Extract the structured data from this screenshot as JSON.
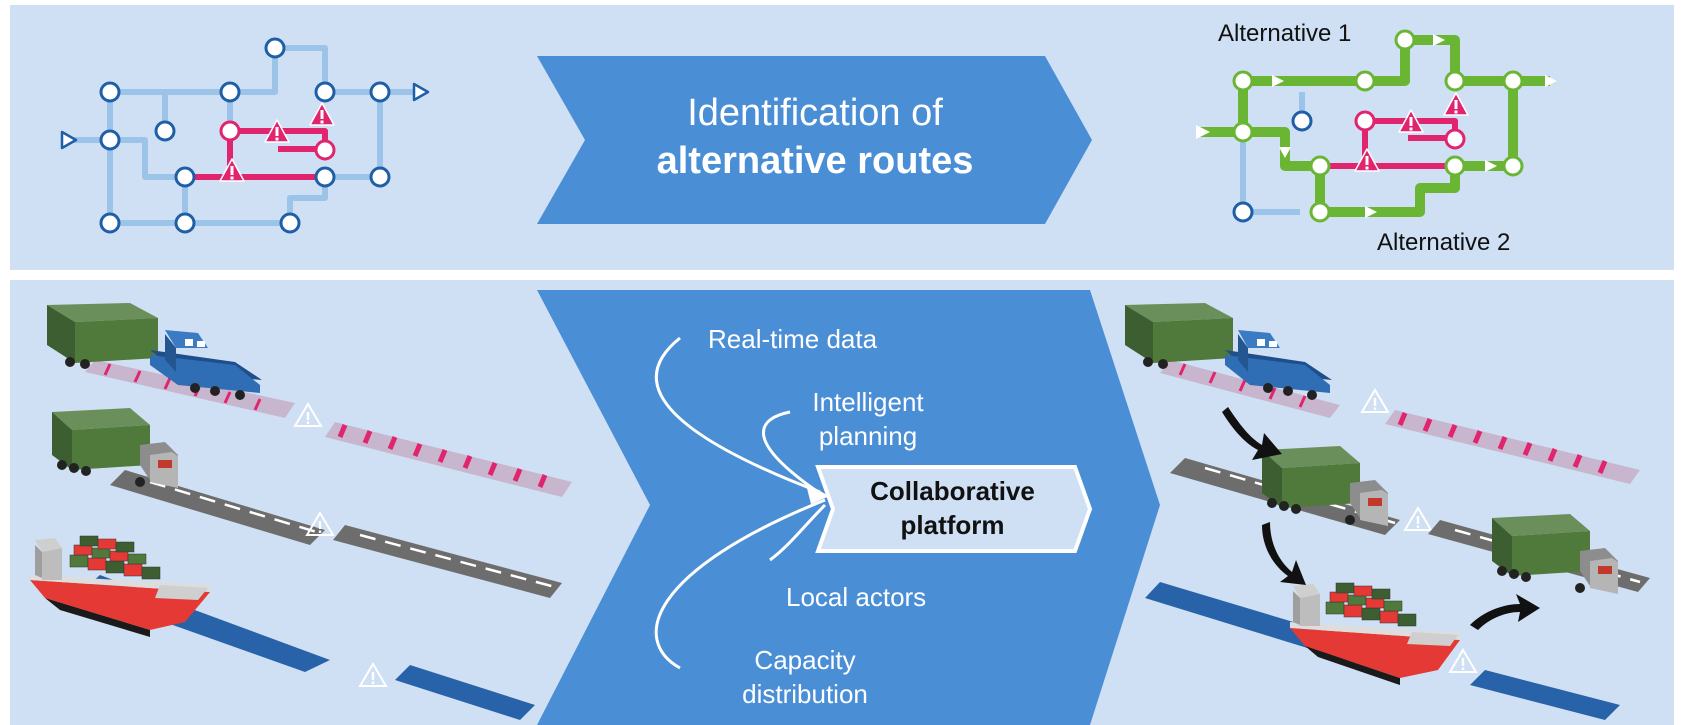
{
  "top": {
    "process": {
      "line1": "Identification of",
      "line2": "alternative routes"
    },
    "alternative_1": "Alternative 1",
    "alternative_2": "Alternative 2"
  },
  "bottom": {
    "inputs": {
      "realtime": "Real-time data",
      "intelligent_1": "Intelligent",
      "intelligent_2": "planning",
      "local": "Local actors",
      "capacity_1": "Capacity",
      "capacity_2": "distribution"
    },
    "platform_1": "Collaborative",
    "platform_2": "platform"
  },
  "colors": {
    "panel_bg": "#cfe0f4",
    "chevron": "#4a8ed6",
    "network_blue": "#9cc3e8",
    "node_outline": "#1f5fa8",
    "disruption_red": "#e0256e",
    "alternative_green": "#6ab634",
    "container_green": "#4f7a3c",
    "locomotive_blue": "#2f6db5",
    "water_blue": "#2862a8",
    "road_grey": "#6d6d6d"
  }
}
